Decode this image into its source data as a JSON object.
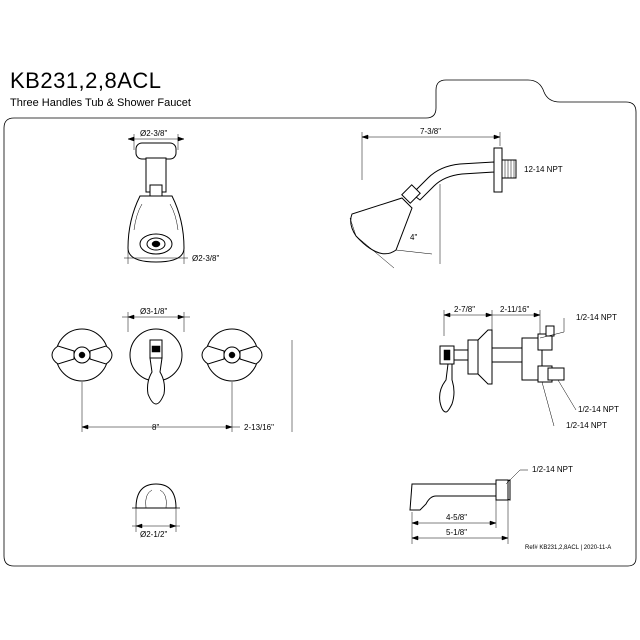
{
  "header": {
    "model": "KB231,2,8ACL",
    "description": "Three Handles Tub & Shower Faucet"
  },
  "footer": {
    "ref": "Ref# KB231,2,8ACL | 2020-11-A"
  },
  "dimensions": {
    "showerhead_top_dia": "Ø2-3/8\"",
    "showerhead_face_dia": "Ø2-3/8\"",
    "arm_length": "7-3/8\"",
    "arm_thread": "12-14 NPT",
    "arm_drop": "4\"",
    "handle_flange_dia": "Ø3-1/8\"",
    "handle_spread": "8\"",
    "handle_side": "2-13/16\"",
    "valve_depth_a": "2-7/8\"",
    "valve_depth_b": "2-11/16\"",
    "valve_npt_top": "1/2-14 NPT",
    "valve_npt_mid": "1/2-14 NPT",
    "valve_npt_bottom": "1/2-14 NPT",
    "spout_dia": "Ø2-1/2\"",
    "spout_npt": "1/2-14 NPT",
    "spout_reach_a": "4-5/8\"",
    "spout_reach_b": "5-1/8\""
  },
  "colors": {
    "line": "#000000",
    "background": "#ffffff"
  }
}
